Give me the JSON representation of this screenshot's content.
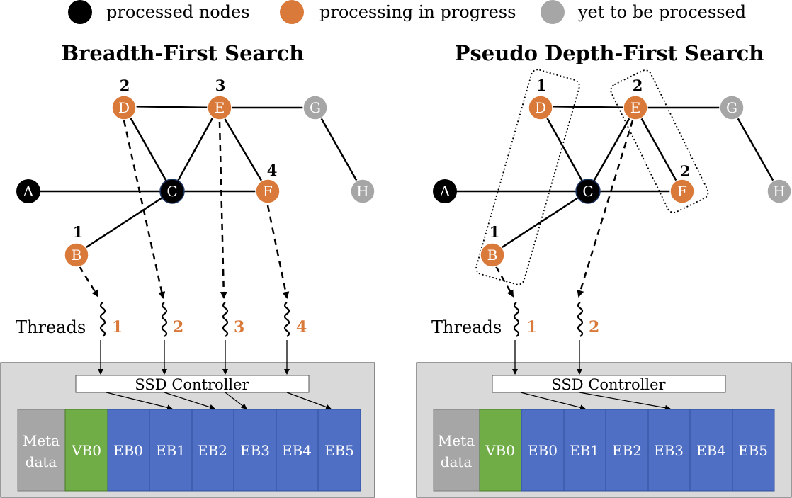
{
  "legend": [
    {
      "label": "processed nodes",
      "color": "#000000"
    },
    {
      "label": "processing in progress",
      "color": "#d9793a"
    },
    {
      "label": "yet to be processed",
      "color": "#a6a6a6"
    }
  ],
  "panels": [
    {
      "title": "Breadth-First Search",
      "threads_label": "Threads",
      "controller_label": "SSD Controller",
      "blocks": [
        "Meta",
        "data",
        "VB0",
        "EB0",
        "EB1",
        "EB2",
        "EB3",
        "EB4",
        "EB5"
      ],
      "nodes": {
        "A": "A",
        "B": "B",
        "C": "C",
        "D": "D",
        "E": "E",
        "F": "F",
        "G": "G",
        "H": "H"
      },
      "order_labels": {
        "B": "1",
        "D": "2",
        "E": "3",
        "F": "4"
      },
      "thread_numbers": [
        "1",
        "2",
        "3",
        "4"
      ]
    },
    {
      "title": "Pseudo Depth-First Search",
      "threads_label": "Threads",
      "controller_label": "SSD Controller",
      "blocks": [
        "Meta",
        "data",
        "VB0",
        "EB0",
        "EB1",
        "EB2",
        "EB3",
        "EB4",
        "EB5"
      ],
      "nodes": {
        "A": "A",
        "B": "B",
        "C": "C",
        "D": "D",
        "E": "E",
        "F": "F",
        "G": "G",
        "H": "H"
      },
      "order_labels": {
        "B": "1",
        "D": "1",
        "E": "2",
        "F": "2"
      },
      "thread_numbers": [
        "1",
        "2"
      ]
    }
  ],
  "colors": {
    "processed": "#000000",
    "in_progress": "#d9793a",
    "pending": "#a6a6a6",
    "vb": "#70ad47",
    "eb": "#4f6fc4",
    "meta": "#a6a6a6",
    "ssd_bg": "#d9d9d9"
  }
}
